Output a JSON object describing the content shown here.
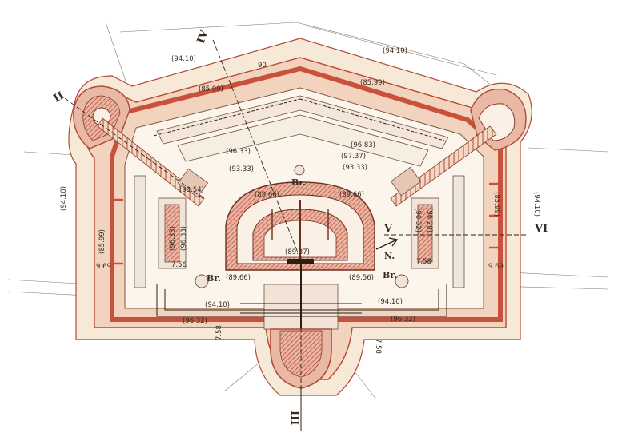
{
  "title": "",
  "colors": {
    "paper": "#ffffff",
    "rampart": "#f5e3cf",
    "wall_red": "#c9503b",
    "ink": "#3a2a1e",
    "hatch": "#c44e3a",
    "courtyard": "#fbf5ec"
  },
  "section_markers": {
    "ii": "II",
    "iii": "III",
    "iv": "IV",
    "v": "V",
    "vi": "VI"
  },
  "north_label": "N.",
  "bridge_labels": {
    "top": "Br.",
    "left": "Br.",
    "right": "Br."
  },
  "elevations": {
    "outer_top_left": "(94.10)",
    "outer_top_right": "(94.10)",
    "outer_left": "(94.10)",
    "outer_right": "(94.10)",
    "rampart_top_left": "(85.99)",
    "rampart_top_right": "(85.99)",
    "rampart_left": "(85.99)",
    "rampart_right": "(85.99)",
    "wall_left_a": "90",
    "wall_left_b": "9.69",
    "wall_right_b": "9.69",
    "inner_tl_1": "(96.33)",
    "inner_tl_2": "(93.33)",
    "inner_tr_1": "(96.83)",
    "inner_tr_2": "(97.37)",
    "inner_tr_3": "(93.33)",
    "left_bastion": "(93.54)",
    "keep_top_left": "(89.66)",
    "keep_top_right": "(89.66)",
    "keep_center": "(89.37)",
    "keep_bottom_left": "(89.66)",
    "keep_bottom_right": "(89.56)",
    "side_left_1": "(96.33)",
    "side_left_2": "(96.33)",
    "side_right_1": "(96.32)",
    "side_right_2": "(96.20)",
    "side_left_small": "7.56",
    "side_right_small": "7.58",
    "lower_left": "(94.10)",
    "lower_right": "(94.10)",
    "bottom_left": "(96.32)",
    "bottom_right": "(96.32)",
    "gate_left": "7.58",
    "gate_right": "7.58"
  }
}
